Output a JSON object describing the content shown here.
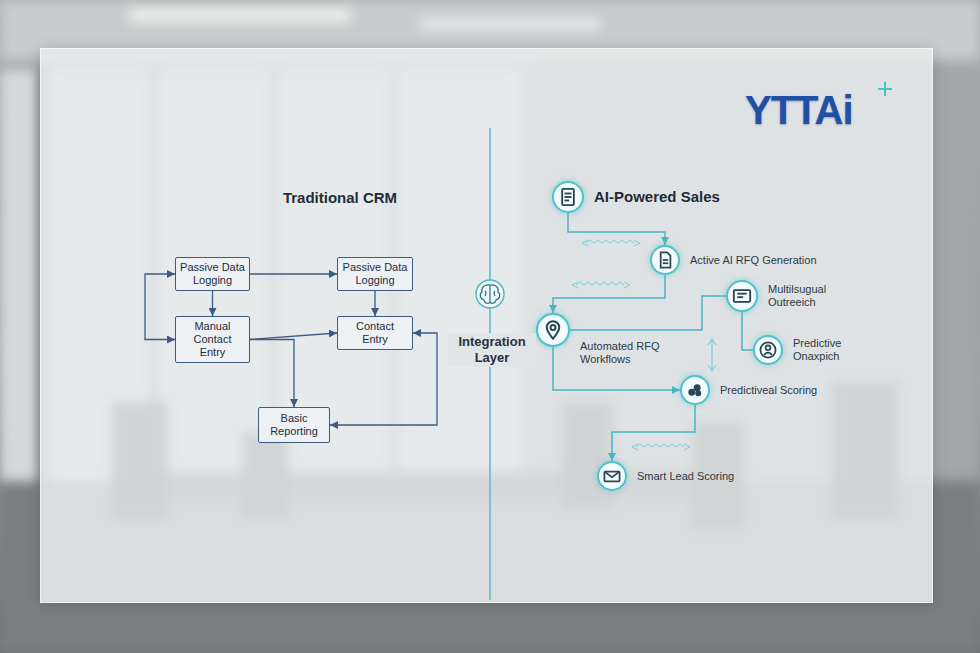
{
  "diagram": {
    "nodes": [
      {
        "text": [
          "Passive Data Logging"
        ]
      },
      {
        "text": [
          "Passive Data Logging"
        ]
      },
      {
        "text": [
          "Manual Contact Entry"
        ]
      },
      {
        "text": [
          "Contact Entry"
        ]
      },
      {
        "text": [
          "Basic Reporting"
        ]
      },
      {
        "text": [
          "AI-Powered Sales"
        ]
      },
      {
        "text": [
          "Active AI RFQ Generation"
        ]
      },
      {
        "text": [
          "Multilsugual Outreeich"
        ]
      },
      {
        "text": [
          "Automated RFQ Workflows"
        ]
      },
      {
        "text": [
          "Predictive Onaxpich"
        ]
      },
      {
        "text": [
          "Predictiveal Scoring"
        ]
      },
      {
        "text": [
          "Smart Lead Scoring"
        ]
      }
    ],
    "edges": [
      {
        "from": 0,
        "to": 1,
        "arrow": "to"
      },
      {
        "from": 0,
        "to": 2,
        "arrow": "to"
      },
      {
        "from": 1,
        "to": 3,
        "arrow": "to"
      },
      {
        "from": 2,
        "to": 3,
        "arrow": "to"
      },
      {
        "from": 2,
        "to": 0,
        "arrow": "both"
      },
      {
        "from": 2,
        "to": 4,
        "arrow": "to"
      },
      {
        "from": 3,
        "to": 4,
        "arrow": "both"
      },
      {
        "from": 5,
        "to": 6,
        "arrow": "to"
      },
      {
        "from": 6,
        "to": 8,
        "arrow": "to"
      },
      {
        "from": 7,
        "to": 8,
        "arrow": "to"
      },
      {
        "from": 7,
        "to": 9,
        "arrow": "none"
      },
      {
        "from": 8,
        "to": 10,
        "arrow": "to"
      },
      {
        "from": 10,
        "to": 11,
        "arrow": "to"
      }
    ],
    "labels": [
      "Traditional CRM",
      "Integration Layer",
      "YTTAi"
    ]
  }
}
